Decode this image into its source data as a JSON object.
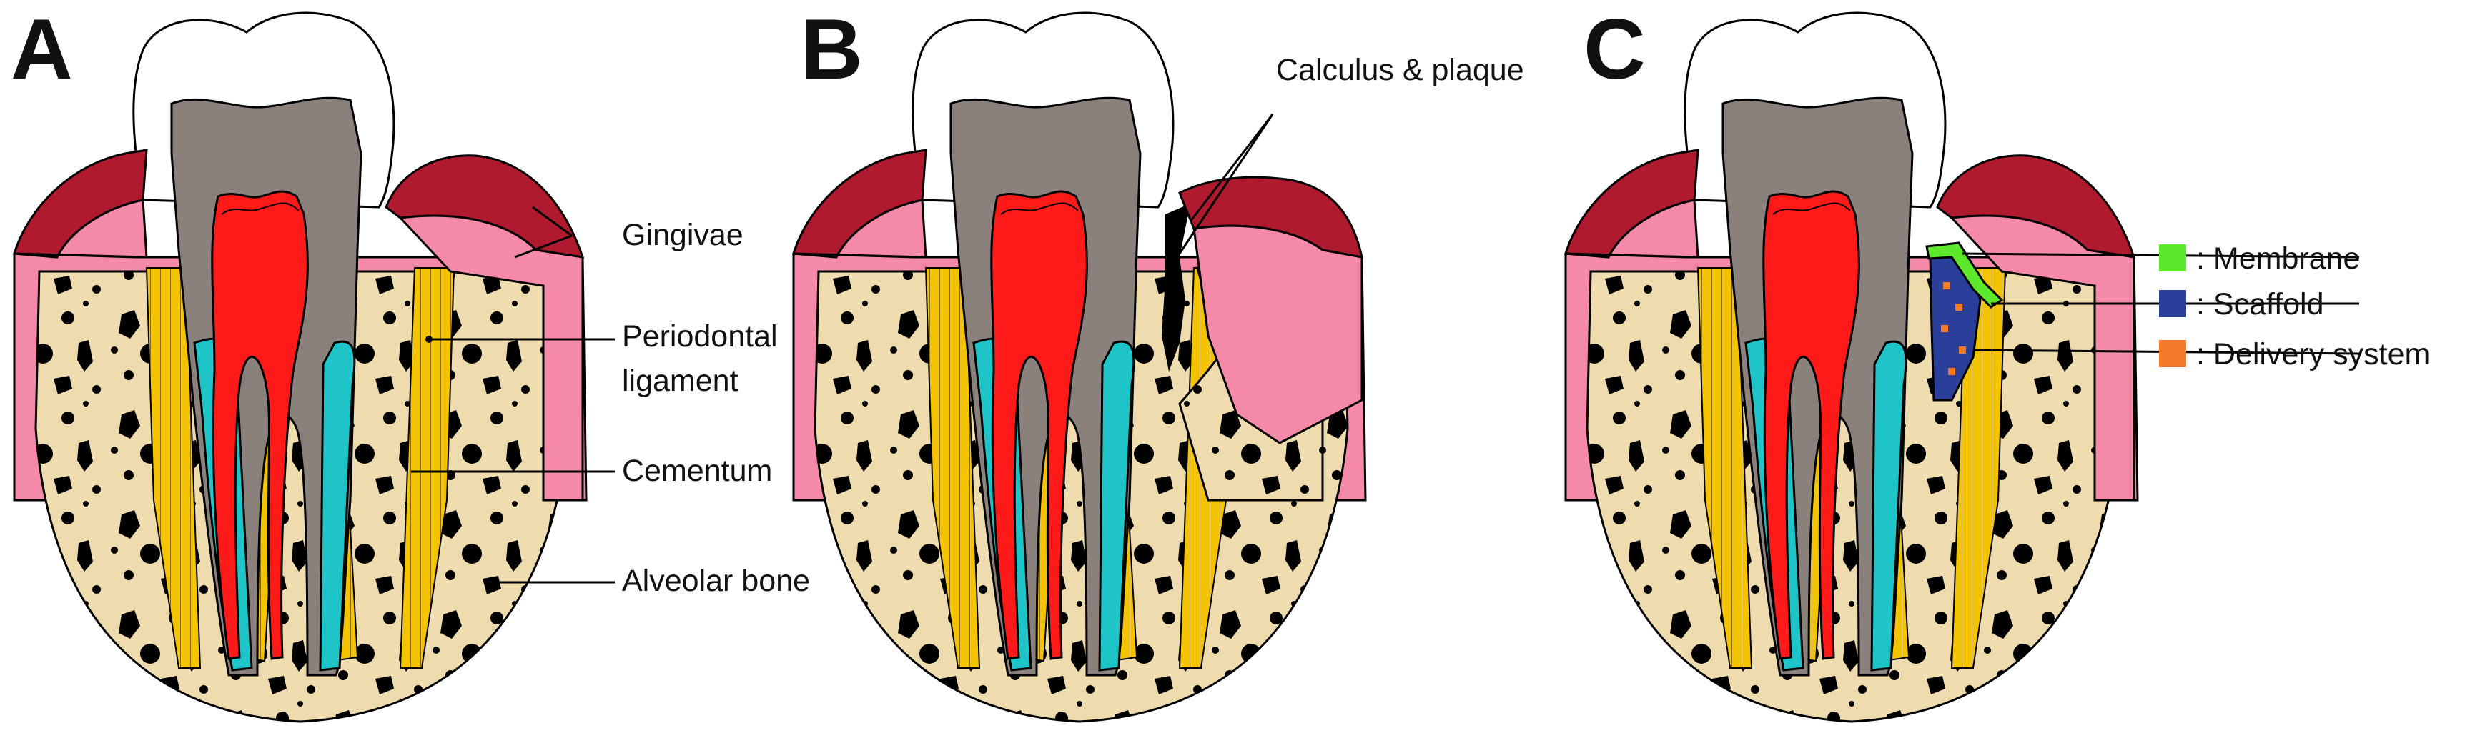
{
  "panels": [
    {
      "letter": "A"
    },
    {
      "letter": "B"
    },
    {
      "letter": "C"
    }
  ],
  "labels_a": {
    "gingivae": "Gingivae",
    "periodontal_line1": "Periodontal",
    "periodontal_line2": "ligament",
    "cementum": "Cementum",
    "alveolar_bone": "Alveolar bone"
  },
  "labels_b": {
    "calculus": "Calculus & plaque"
  },
  "legend_c": [
    {
      "label": ": Membrane",
      "color": "#5ee82b"
    },
    {
      "label": ": Scaffold",
      "color": "#2a3f9a"
    },
    {
      "label": ": Delivery system",
      "color": "#f47a2a"
    }
  ],
  "colors": {
    "enamel": "#ffffff",
    "dentin": "#8a817c",
    "pulp": "#ff1a1a",
    "cementum_layer": "#1fc4c8",
    "ligament": "#f5c400",
    "bone": "#efdcae",
    "gingiva_pink": "#f48aa8",
    "gingiva_dark": "#b01a2e",
    "pores": "#000000"
  }
}
